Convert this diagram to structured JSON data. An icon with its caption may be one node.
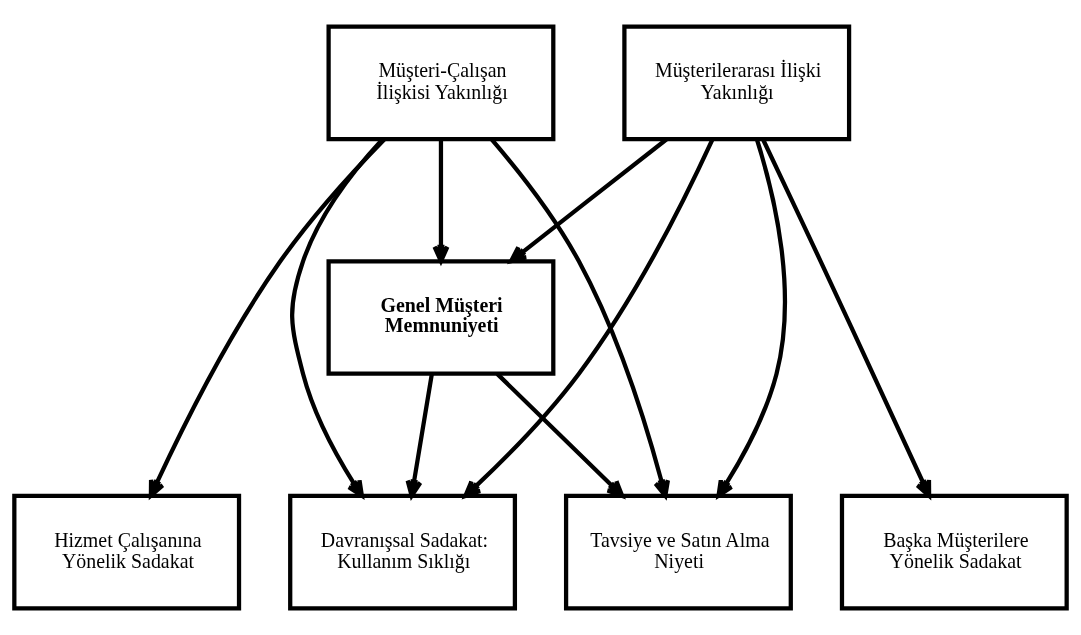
{
  "diagram": {
    "nodes": [
      {
        "text": [
          "Müşteri-Çalışan İlişkisi Yakınlığı"
        ]
      },
      {
        "text": [
          "Müşterilerarası İlişki Yakınlığı"
        ]
      },
      {
        "text": [
          "Genel Müşteri Memnuniyeti"
        ]
      },
      {
        "text": [
          "Hizmet Çalışanına Yönelik Sadakat"
        ]
      },
      {
        "text": [
          "Davranışsal Sadakat: Kullanım Sıklığı"
        ]
      },
      {
        "text": [
          "Tavsiye ve Satın Alma Niyeti"
        ]
      },
      {
        "text": [
          "Başka Müşterilere Yönelik Sadakat"
        ]
      }
    ],
    "edges": [
      {
        "from": 0,
        "to": 2,
        "arrow": "to"
      },
      {
        "from": 1,
        "to": 2,
        "arrow": "to"
      },
      {
        "from": 0,
        "to": 3,
        "arrow": "to"
      },
      {
        "from": 0,
        "to": 4,
        "arrow": "to"
      },
      {
        "from": 0,
        "to": 5,
        "arrow": "to"
      },
      {
        "from": 2,
        "to": 4,
        "arrow": "to"
      },
      {
        "from": 2,
        "to": 5,
        "arrow": "to"
      },
      {
        "from": 1,
        "to": 4,
        "arrow": "to"
      },
      {
        "from": 1,
        "to": 5,
        "arrow": "to"
      },
      {
        "from": 1,
        "to": 6,
        "arrow": "to"
      }
    ]
  }
}
